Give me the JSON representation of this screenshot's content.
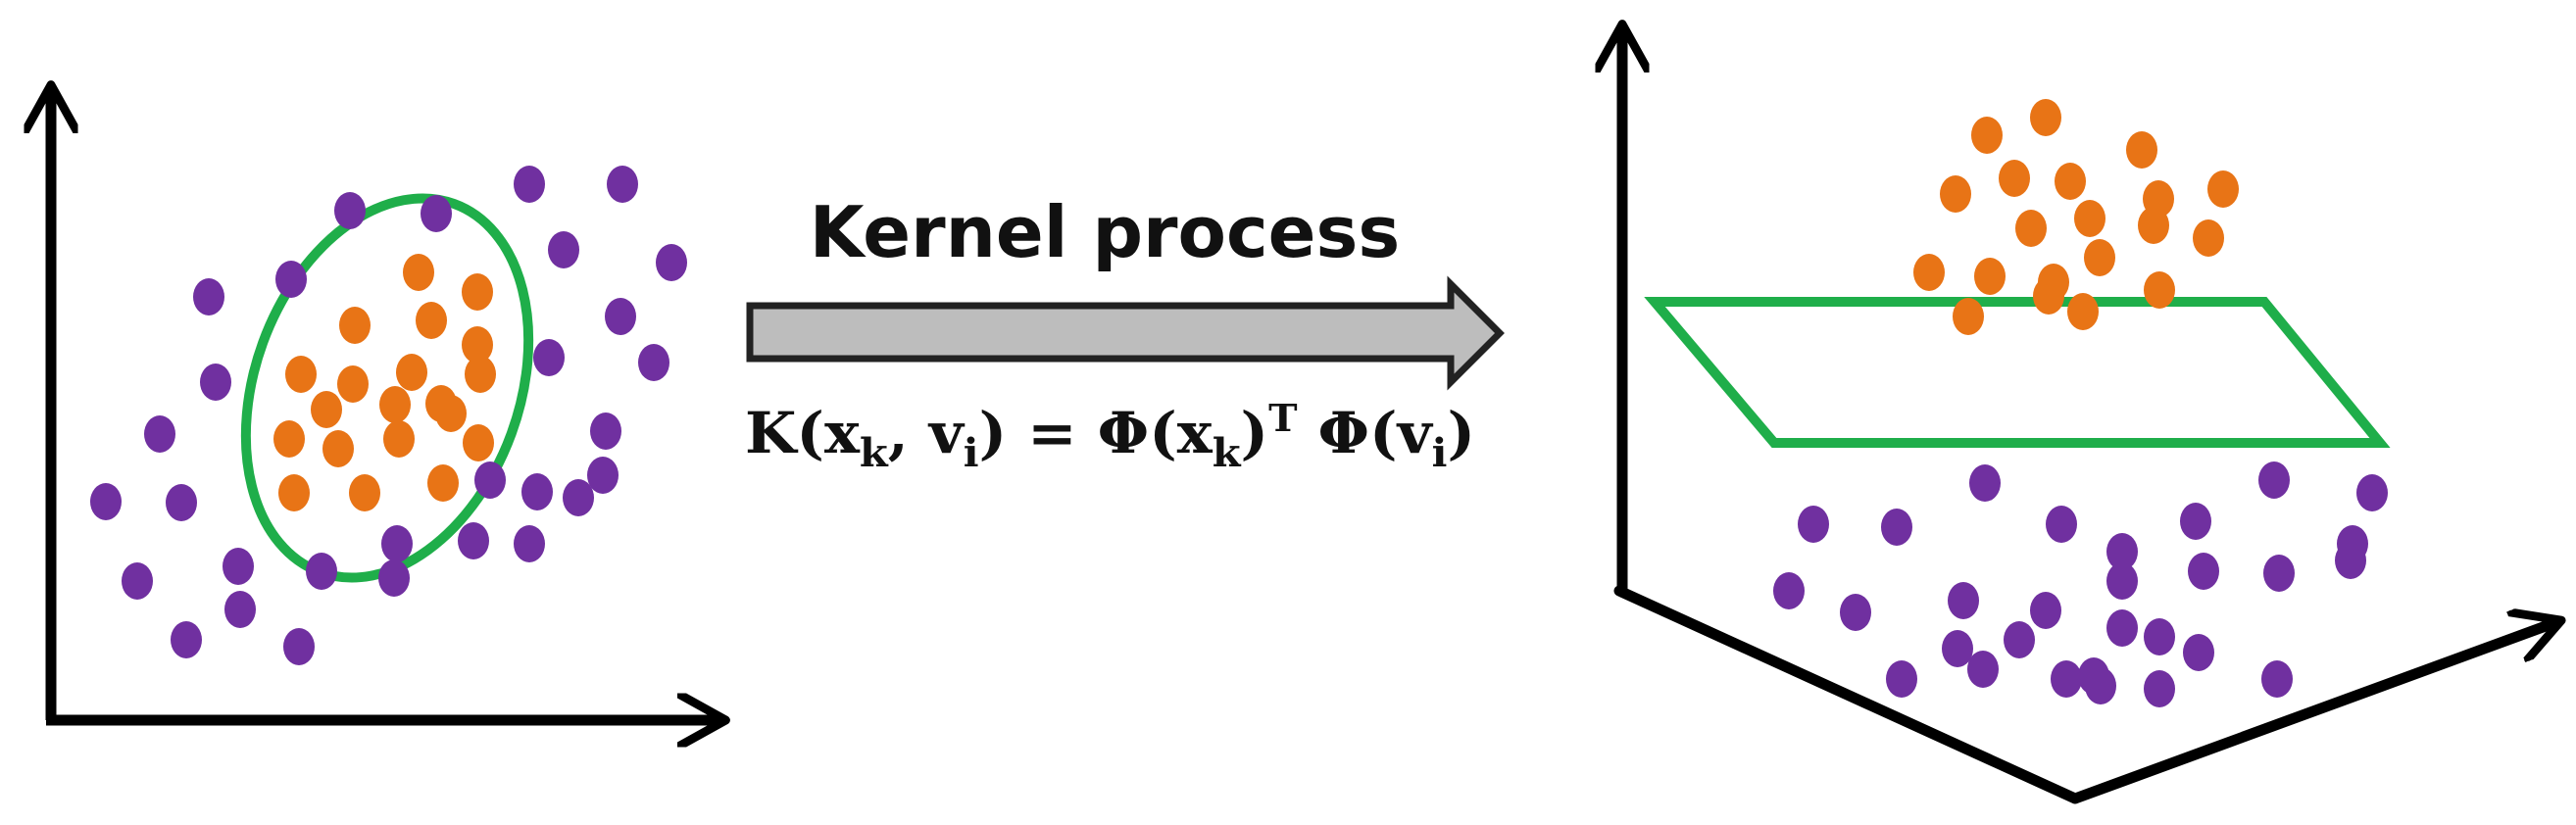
{
  "colors": {
    "inner_class": "#e87416",
    "outer_class": "#7030a0",
    "boundary": "#1fae4a",
    "axes": "#000000",
    "arrow_fill": "#bdbdbd",
    "arrow_stroke": "#222222"
  },
  "arrow": {
    "label": "Kernel process"
  },
  "equation": {
    "K": "K(",
    "x": "x",
    "k": "k",
    "comma": ", ",
    "v": "v",
    "i": "i",
    "close_eq": ") = ",
    "phi1": "Φ(",
    "x2": "x",
    "k2": "k",
    "close1": ")",
    "T": "T",
    "phi2": " Φ(",
    "v2": "v",
    "i2": "i",
    "close2": ")"
  },
  "left_panel": {
    "boundary_shape": "ellipse",
    "inner_point_count": 20,
    "outer_point_count": 30
  },
  "right_panel": {
    "boundary_shape": "plane",
    "upper_point_count": 20,
    "lower_point_count": 29
  }
}
